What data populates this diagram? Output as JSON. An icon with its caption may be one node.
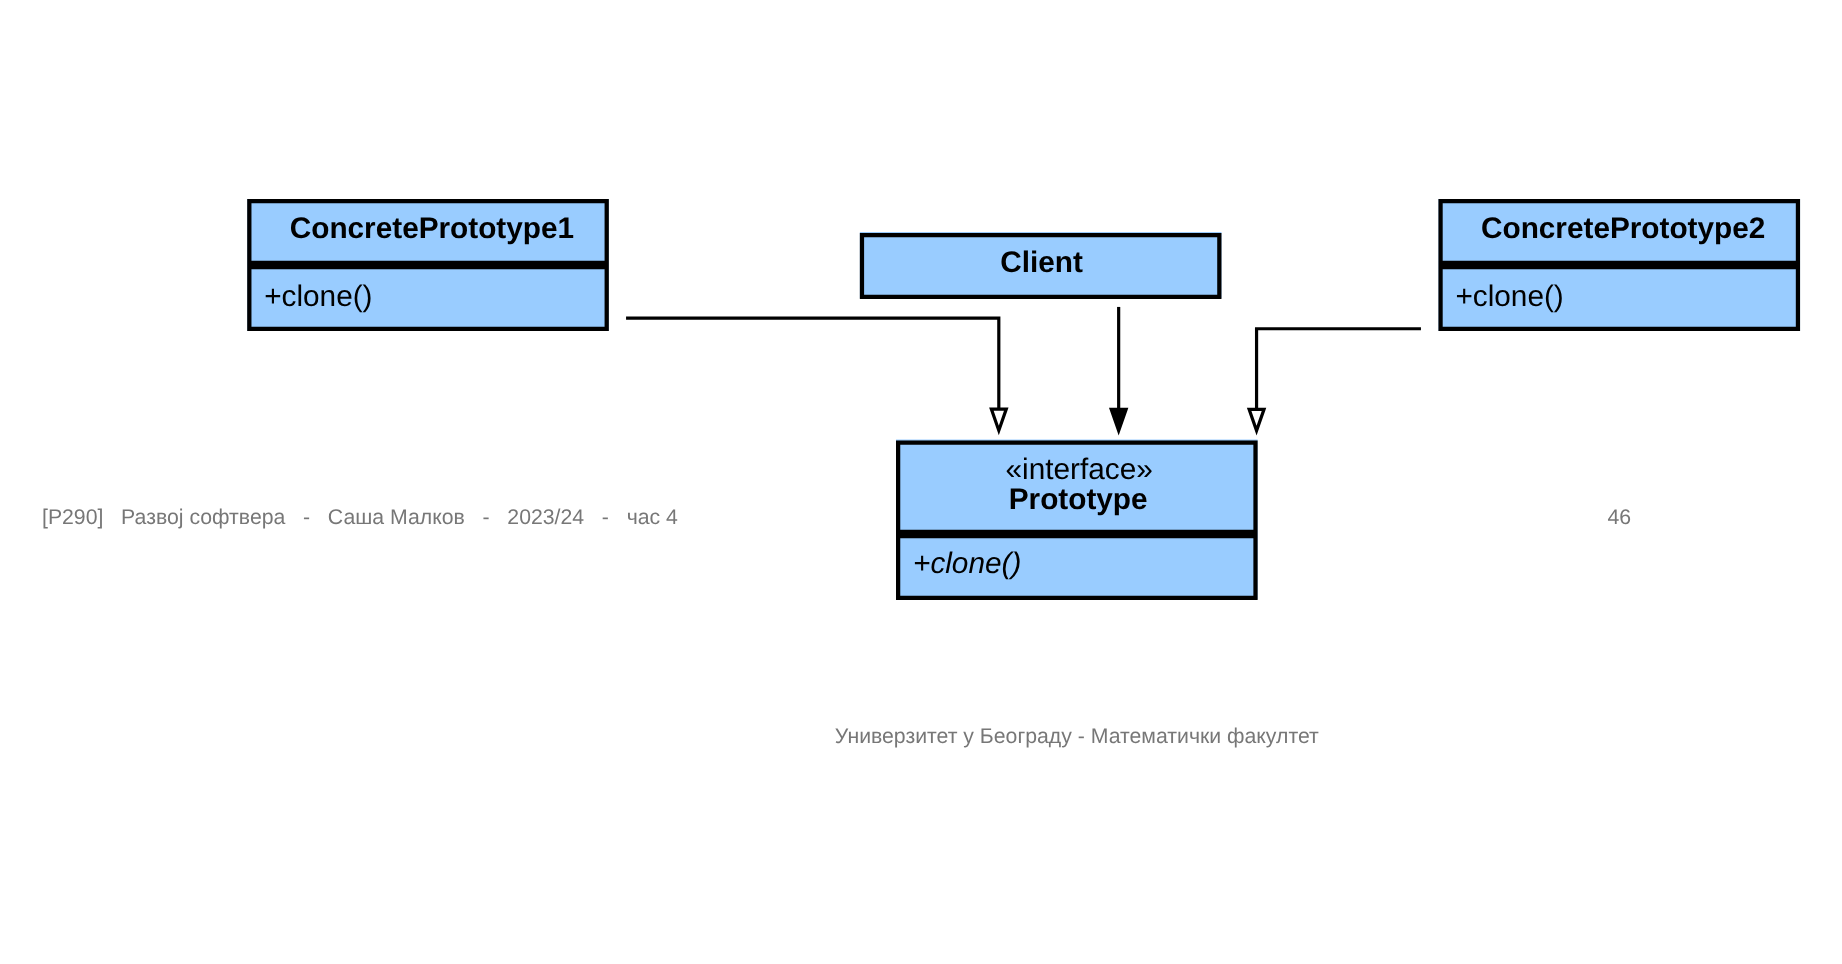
{
  "diagram": {
    "nodes": [
      {
        "text": [
          "Client"
        ]
      },
      {
        "text": [
          "«interface»",
          "Prototype",
          "+clone()"
        ]
      },
      {
        "text": [
          "ConcretePrototype1",
          "+clone()"
        ]
      },
      {
        "text": [
          "ConcretePrototype2",
          "+clone()"
        ]
      }
    ],
    "edges": [
      {
        "from": 0,
        "to": 1,
        "arrow": "to"
      },
      {
        "from": 2,
        "to": 1,
        "arrow": "to"
      },
      {
        "from": 3,
        "to": 1,
        "arrow": "to"
      }
    ],
    "labels": [
      "Универзитет у Београду - Математички факултет",
      "[P290]   Развој софтвера   -   Саша Малков   -   2023/24   -   час 4",
      "46"
    ]
  }
}
